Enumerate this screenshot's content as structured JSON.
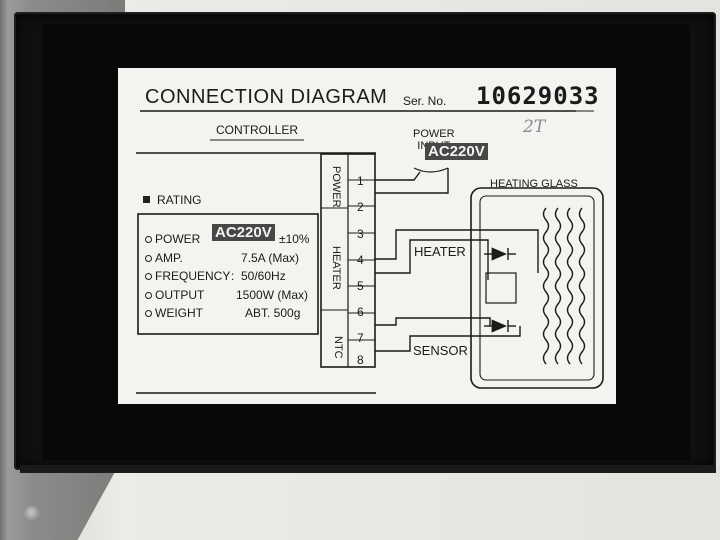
{
  "header": {
    "title": "CONNECTION DIAGRAM",
    "serial_label": "Ser. No.",
    "serial_number": "10629033",
    "handwritten_note": "2T"
  },
  "diagram": {
    "controller_label": "CONTROLLER",
    "power_input_label": "POWER\nINPUT",
    "power_input_voltage": "AC220V",
    "heating_glass_label": "HEATING GLASS",
    "heater_label": "HEATER",
    "sensor_label": "SENSOR",
    "terminal_groups": [
      {
        "label": "POWER",
        "terminals": [
          "1",
          "2"
        ]
      },
      {
        "label": "HEATER",
        "terminals": [
          "3",
          "4",
          "5",
          "6"
        ]
      },
      {
        "label": "NTC",
        "terminals": [
          "7",
          "8"
        ]
      }
    ]
  },
  "rating": {
    "heading": "RATING",
    "items": [
      {
        "label": "POWER",
        "sep": "",
        "value": "AC220V",
        "suffix": "±10%"
      },
      {
        "label": "AMP.",
        "sep": "",
        "value": "7.5A (Max)"
      },
      {
        "label": "FREQUENCY",
        "sep": ":",
        "value": "50/60Hz"
      },
      {
        "label": "OUTPUT",
        "sep": "",
        "value": "1500W (Max)"
      },
      {
        "label": "WEIGHT",
        "sep": "",
        "value": "ABT. 500g"
      }
    ]
  },
  "colors": {
    "plate": "#f4f3ef",
    "housing": "#0f1010",
    "ink": "#1b1b1b",
    "voltage_tag": "#474746"
  }
}
